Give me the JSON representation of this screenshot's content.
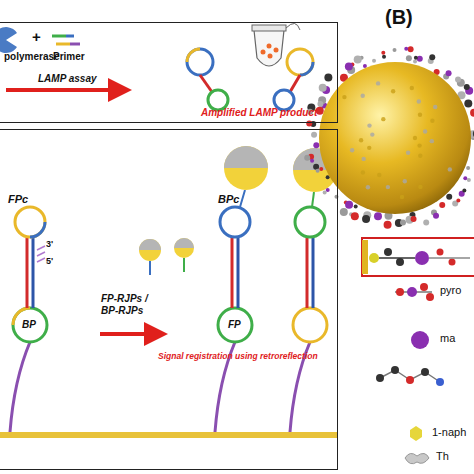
{
  "diagram": {
    "nodes": [
      {
        "text": [
          "polymerase",
          "+",
          "Primer",
          "LAMP assay",
          "Amplified LAMP product"
        ]
      },
      {
        "text": [
          "FPc",
          "3'",
          "5'",
          "BP",
          "FP-RJPs / BP-RJPs",
          "BPc",
          "FP",
          "Signal registration using retroreflection"
        ]
      }
    ],
    "labels": [
      "(B)",
      "pyro",
      "ma",
      "1-naph",
      "Th"
    ]
  }
}
